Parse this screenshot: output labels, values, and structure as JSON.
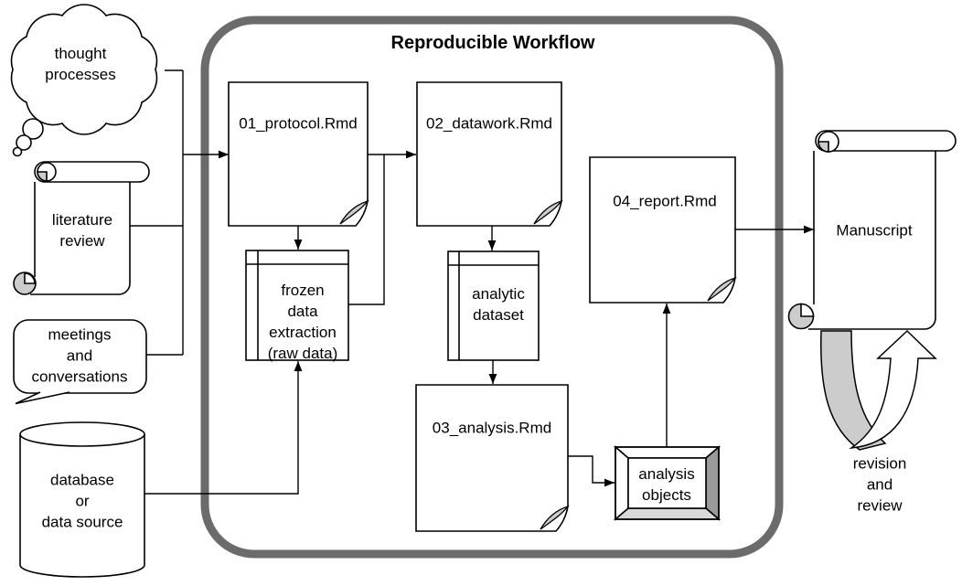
{
  "diagram": {
    "title": "Reproducible Workflow",
    "nodes": {
      "thought_processes": {
        "label": "thought\nprocesses",
        "shape": "thought-cloud"
      },
      "literature_review": {
        "label": "literature\nreview",
        "shape": "scroll"
      },
      "meetings": {
        "label": "meetings\nand\nconversations",
        "shape": "speech-bubble"
      },
      "database": {
        "label": "database\nor\ndata source",
        "shape": "cylinder"
      },
      "protocol": {
        "label": "01_protocol.Rmd",
        "shape": "document"
      },
      "datawork": {
        "label": "02_datawork.Rmd",
        "shape": "document"
      },
      "frozen_data": {
        "label": "frozen\ndata\nextraction\n(raw data)",
        "shape": "internal-storage"
      },
      "analytic_dataset": {
        "label": "analytic\ndataset",
        "shape": "internal-storage"
      },
      "analysis": {
        "label": "03_analysis.Rmd",
        "shape": "document"
      },
      "report": {
        "label": "04_report.Rmd",
        "shape": "document"
      },
      "analysis_objects": {
        "label": "analysis\nobjects",
        "shape": "framed-box"
      },
      "manuscript": {
        "label": "Manuscript",
        "shape": "scroll"
      },
      "revision": {
        "label": "revision\nand\nreview",
        "shape": "u-turn-arrow"
      }
    },
    "colors": {
      "container_border": "#6b6b6b",
      "stroke": "#000000",
      "shape_fill": "#ffffff",
      "shade": "#cccccc",
      "shade_dark": "#9a9a9a",
      "shade_light": "#d9d9d9"
    }
  }
}
